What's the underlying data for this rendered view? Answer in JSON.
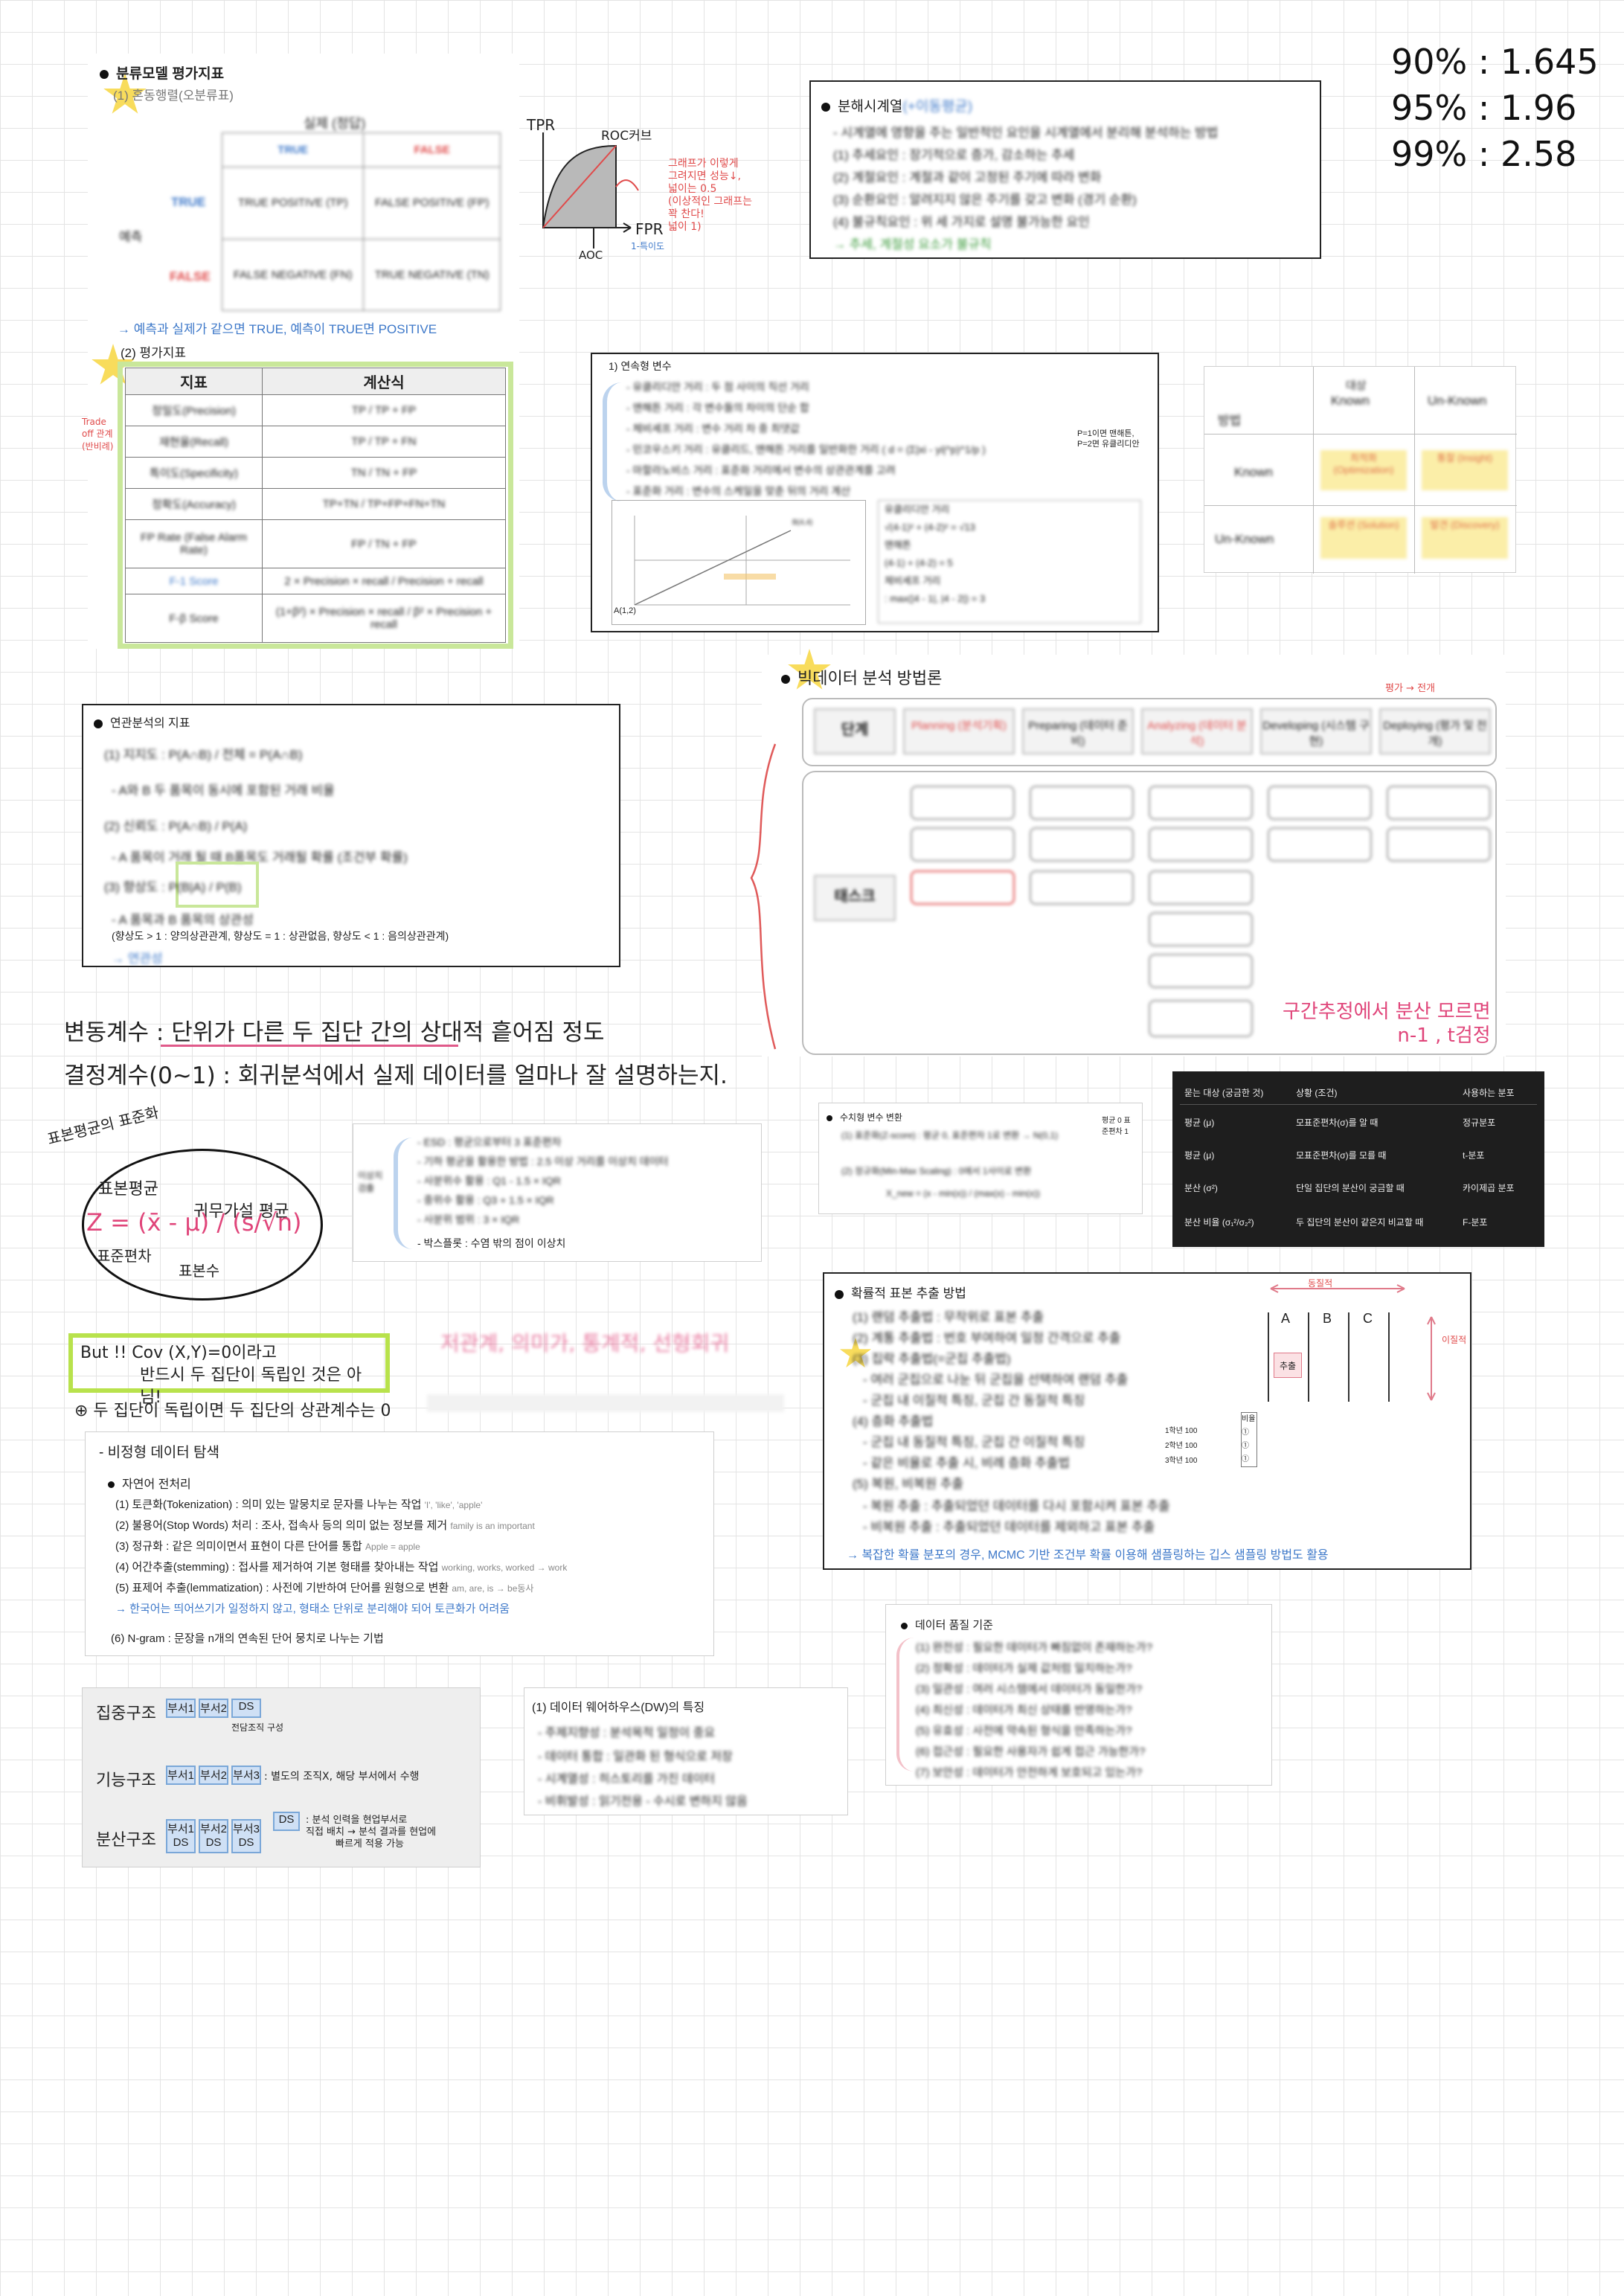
{
  "zscores": {
    "z90": "90% : 1.645",
    "z95": "95% : 1.96",
    "z99": "99% : 2.58"
  },
  "classification": {
    "title": "분류모델 평가지표",
    "sub1": "(1) 혼동행렬(오분류표)",
    "actual_label": "실제 (정답)",
    "true_label": "TRUE",
    "false_label": "FALSE",
    "predict_label": "예측",
    "tp": "TRUE POSITIVE (TP)",
    "fp": "FALSE POSITIVE (FP)",
    "fn": "FALSE NEGATIVE (FN)",
    "tn": "TRUE NEGATIVE (TN)",
    "note": "→ 예측과 실제가 같으면 TRUE, 예측이 TRUE면 POSITIVE",
    "sub2": "(2) 평가지표",
    "col_metric": "지표",
    "col_calc": "계산식",
    "side_note": "Trade off 관계 (반비례)",
    "rows": [
      {
        "name": "정밀도(Precision)",
        "calc": "TP / TP + FP"
      },
      {
        "name": "재현율(Recall)",
        "calc": "TP / TP + FN"
      },
      {
        "name": "특이도(Specificity)",
        "calc": "TN / TN + FP"
      },
      {
        "name": "정확도(Accuracy)",
        "calc": "TP+TN / TP+FP+FN+TN"
      },
      {
        "name": "FP Rate (False Alarm Rate)",
        "calc": "FP / TN + FP"
      },
      {
        "name": "F-1 Score",
        "calc": "2 × Precision × recall / Precision + recall"
      },
      {
        "name": "F-β Score",
        "calc": "(1+β²) × Precision × recall / β² × Precision + recall"
      }
    ]
  },
  "roc": {
    "tpr": "TPR",
    "fpr": "FPR",
    "curve": "ROC커브",
    "auc": "AOC",
    "spec": "1-특이도",
    "note1": "그래프가 이렇게",
    "note2": "그려지면 성능↓,",
    "note3": "넓이는 0.5",
    "note4": "(이상적인 그래프는",
    "note5": "꽉 찬다!",
    "note6": "넓이 1)"
  },
  "timeseries": {
    "title": "분해시계열",
    "title_tail": "(+이동평균)",
    "items": [
      "- 시계열에 영향을 주는 일반적인 요인을 시계열에서 분리해 분석하는 방법",
      "(1) 추세요인 : 장기적으로 증가, 감소하는 추세",
      "(2) 계절요인 : 계절과 같이 고정된 주기에 따라 변화",
      "(3) 순환요인 : 알려지지 않은 주기를 갖고 변화 (경기 순환)",
      "(4) 불규칙요인 : 위 세 가지로 설명 불가능한 요인",
      "→ 추세, 계절성 요소가 불규칙"
    ]
  },
  "distance": {
    "head": "1) 연속형 변수",
    "items": [
      "- 유클리디안 거리 : 두 점 사이의 직선 거리",
      "- 맨해튼 거리 : 각 변수들의 차이의 단순 합",
      "- 체비셰프 거리 : 변수 거리 차 중 최댓값",
      "- 민코우스키 거리 : 유클리드, 맨해튼 거리를 일반화한 거리 ( d = (Σ|xi - yi|^p)^1/p )",
      "- 마할라노비스 거리 : 표준화 거리에서 변수의 상관관계를 고려",
      "- 표준화 거리 : 변수의 스케일을 맞춘 뒤의 거리 계산"
    ],
    "side1": "P=1이면 맨해튼,",
    "side2": "P=2면 유클리디안",
    "calc_head": "유클리디안 거리",
    "calc1": "√(4-1)² + (4-2)² = √13",
    "calc2": "맨해튼",
    "calc3": "(4-1) + (4-2) = 5",
    "calc4": "체비셰프 거리",
    "calc5": ": max(|4 - 1|, |4 - 2|) = 3",
    "pointA": "A(1,2)",
    "pointB": "B(4,4)"
  },
  "matrix": {
    "target": "대상",
    "method": "방법",
    "known": "Known",
    "unknown": "Un-Known",
    "cell1": "최적화 (Optimization)",
    "cell2": "통찰 (Insight)",
    "cell3": "솔루션 (Solution)",
    "cell4": "발견 (Discovery)"
  },
  "methodology": {
    "title": "빅데이터 분석 방법론",
    "top_note": "평가 → 전개",
    "stage_label": "단계",
    "task_label": "태스크",
    "stages": [
      "Planning (분석기획)",
      "Preparing (데이터 준비)",
      "Analyzing (데이터 분석)",
      "Developing (시스템 구현)",
      "Deploying (평가 및 전개)"
    ],
    "bottom_note1": "구간추정에서 분산 모르면",
    "bottom_note2": "n-1 , t검정"
  },
  "association": {
    "title": "연관분석의 지표",
    "support": "(1) 지지도 : P(A∩B) / 전체 = P(A∩B)",
    "support_desc": "- A와 B 두 품목이 동시에 포함된 거래 비율",
    "confidence": "(2) 신뢰도 : P(A∩B) / P(A)",
    "confidence_desc": "- A 품목이 거래 될 때 B품목도 거래될 확률 (조건부 확률)",
    "lift": "(3) 향상도 : P(B|A) / P(B)",
    "lift_desc": "- A 품목과 B 품목의 상관성",
    "lift_vals": "(향상도 > 1 : 양의상관관계, 향상도 = 1 : 상관없음, 향상도 < 1 : 음의상관관계)",
    "arrow": "→ 연관성"
  },
  "handwritten": {
    "cv": "변동계수 : 단위가 다른 두 집단 간의 상대적 흩어짐 정도",
    "r2": "결정계수(0~1) : 회귀분석에서 실제 데이터를 얼마나 잘 설명하는지.",
    "std_label": "표본평균의 표준화",
    "sample_mean": "표본평균",
    "hypo_mean": "귀무가설 평균",
    "z_formula": "Z = (x̄ - μ) / (s/√n)",
    "std_error": "표준편차",
    "sample_size": "표본수",
    "cov1": "But !! Cov (X,Y)=0이라고",
    "cov2": "반드시 두 집단이 독립인 것은 아님!",
    "indep": "⊕ 두 집단이 독립이면 두 집단의 상관계수는 0",
    "blurred_pink": "저관계, 의미가, 통계적, 선형회귀"
  },
  "outlier": {
    "side": "이상치 검출",
    "items": [
      "- ESD : 평균으로부터 3 표준편차",
      "- 기하 평균을 활용한 방법 : 2.5 이상 거리를 이상치 데이터",
      "- 사분위수 활용 : Q1 - 1.5 × IQR",
      "- 중위수 활용 : Q3 + 1.5 × IQR",
      "- 사분위 범위 : 3 × IQR",
      "- 박스플롯 : 수염 밖의 점이 이상치"
    ]
  },
  "dist_table": {
    "h1": "묻는 대상 (궁금한 것)",
    "h2": "상황 (조건)",
    "h3": "사용하는 분포",
    "rows": [
      [
        "평균 (μ)",
        "모표준편차(σ)를 알 때",
        "정규분포"
      ],
      [
        "평균 (μ)",
        "모표준편차(σ)를 모를 때",
        "t-분포"
      ],
      [
        "분산 (σ²)",
        "단일 집단의 분산이 궁금할 때",
        "카이제곱 분포"
      ],
      [
        "분산 비율 (σ₁²/σ₂²)",
        "두 집단의 분산이 같은지 비교할 때",
        "F-분포"
      ]
    ]
  },
  "scaling": {
    "head": "수치형 변수 변환",
    "l1": "(1) 표준화(Z-score) : 평균 0, 표준편차 1로 변환 → N(0,1)",
    "l2": "(2) 정규화(Min-Max Scaling) : 0에서 1사이로 변환",
    "l3": "X_new = (x - min(x)) / (max(x) - min(x))",
    "side": "평균 0 표준편차 1"
  },
  "sampling": {
    "title": "확률적 표본 추출 방법",
    "items": [
      "(1) 랜덤 추출법 : 무작위로 표본 추출",
      "(2) 계통 추출법 : 번호 부여하여 일정 간격으로 추출",
      "(3) 집락 추출법(=군집 추출법)",
      "- 여러 군집으로 나눈 뒤 군집을 선택하여 랜덤 추출",
      "- 군집 내 이질적 특징, 군집 간 동질적 특징",
      "(4) 층화 추출법",
      "- 군집 내 동질적 특징, 군집 간 이질적 특징",
      "- 같은 비율로 추출 시, 비례 층화 추출법",
      "(5) 복원, 비복원 추출",
      "- 복원 추출 : 추출되었던 데이터를 다시 포함시켜 표본 추출",
      "- 비복원 추출 : 추출되었던 데이터를 제외하고 표본 추출",
      "→ 복잡한 확률 분포의 경우, MCMC 기반 조건부 확률 이용해 샘플링하는 깁스 샘플링 방법도 활용"
    ],
    "homog": "동질적",
    "hetero": "이질적",
    "colA": "A",
    "colB": "B",
    "colC": "C",
    "pick": "추출",
    "grade1": "1학년 100",
    "grade2": "2학년 100",
    "grade3": "3학년 100",
    "ratio": "비율 ① ① ①"
  },
  "text_preprocess": {
    "title": "- 비정형 데이터 탐색",
    "sub": "자연어 전처리",
    "items": [
      "(1) 토큰화(Tokenization) : 의미 있는 말뭉치로 문자를 나누는 작업",
      "(2) 불용어(Stop Words) 처리 : 조사, 접속사 등의 의미 없는 정보를 제거",
      "(3) 정규화 : 같은 의미이면서 표현이 다른 단어를 통합",
      "(4) 어간추출(stemming) : 접사를 제거하여 기본 형태를 찾아내는 작업",
      "(5) 표제어 추출(lemmatization) : 사전에 기반하여 단어를 원형으로 변환",
      "→ 한국어는 띄어쓰기가 일정하지 않고, 형태소 단위로 분리해야 되어 토큰화가 어려움",
      "(6) N-gram : 문장을 n개의 연속된 단어 뭉치로 나누는 기법"
    ],
    "ex1": "'I', 'like', 'apple'",
    "ex2": "family is an important",
    "ex3": "Apple = apple",
    "ex4": "working, works, worked → work",
    "ex5": "am, are, is → be동사"
  },
  "quality": {
    "title": "데이터 품질 기준",
    "items": [
      "(1) 완전성 : 필요한 데이터가 빠짐없이 존재하는가?",
      "(2) 정확성 : 데이터가 실제 값처럼 일치하는가?",
      "(3) 일관성 : 여러 시스템에서 데이터가 동일한가?",
      "(4) 최신성 : 데이터가 최신 상태를 반영하는가?",
      "(5) 유효성 : 사전에 약속된 형식을 만족하는가?",
      "(6) 접근성 : 필요한 사용자가 쉽게 접근 가능한가?",
      "(7) 보안성 : 데이터가 안전하게 보호되고 있는가?"
    ]
  },
  "dw": {
    "title": "(1) 데이터 웨어하우스(DW)의 특징",
    "items": [
      "- 주제지향성 : 분석목적 일정이 중요",
      "- 데이터 통합 : 일관화 된 형식으로 저장",
      "- 시계열성 : 히스토리를 가진 데이터",
      "- 비휘발성 : 읽기전용 - 수시로 변하지 않음"
    ]
  },
  "org": {
    "central": "집중구조",
    "functional": "기능구조",
    "distributed": "분산구조",
    "dept1": "부서1",
    "dept2": "부서2",
    "dept3": "부서3",
    "ds": "DS",
    "central_note": "전담조직 구성",
    "functional_note": ": 별도의 조직X, 해당 부서에서 수행",
    "dist_note1": ": 분석 인력을 현업부서로",
    "dist_note2": "직접 배치 → 분석 결과를 현업에",
    "dist_note3": "빠르게 적용 가능"
  }
}
